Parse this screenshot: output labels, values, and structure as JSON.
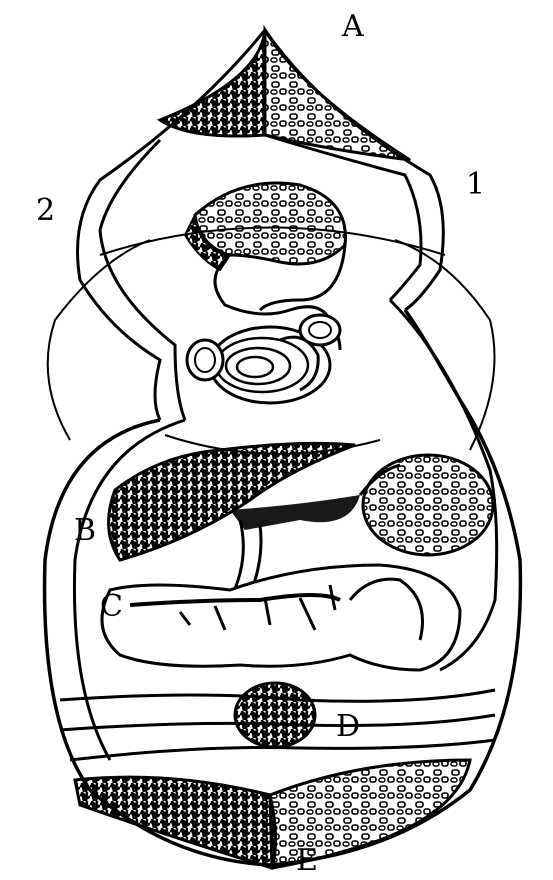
{
  "labels": {
    "a": "A",
    "b": "B",
    "c": "C",
    "d": "D",
    "e": "E",
    "one": "1",
    "two": "2"
  }
}
